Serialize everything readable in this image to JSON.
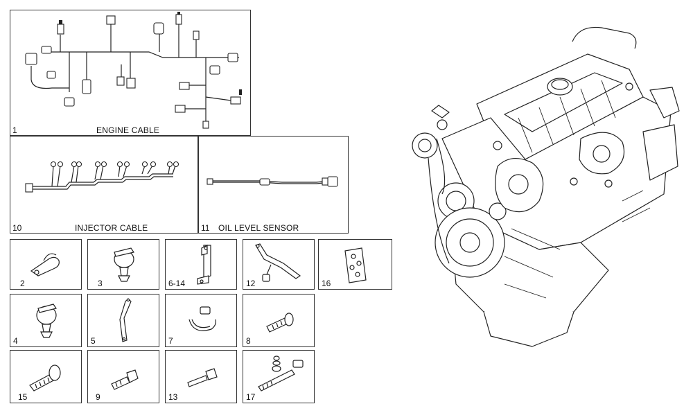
{
  "panels": {
    "engine_cable": {
      "num": "1",
      "caption": "ENGINE CABLE"
    },
    "injector_cable": {
      "num": "10",
      "caption": "INJECTOR CABLE"
    },
    "oil_level_sensor": {
      "num": "11",
      "caption": "OIL LEVEL SENSOR"
    }
  },
  "parts": {
    "p2": "2",
    "p3": "3",
    "p6_14": "6-14",
    "p12": "12",
    "p16": "16",
    "p4": "4",
    "p5": "5",
    "p7": "7",
    "p8": "8",
    "p15": "15",
    "p9": "9",
    "p13": "13",
    "p17": "17"
  }
}
